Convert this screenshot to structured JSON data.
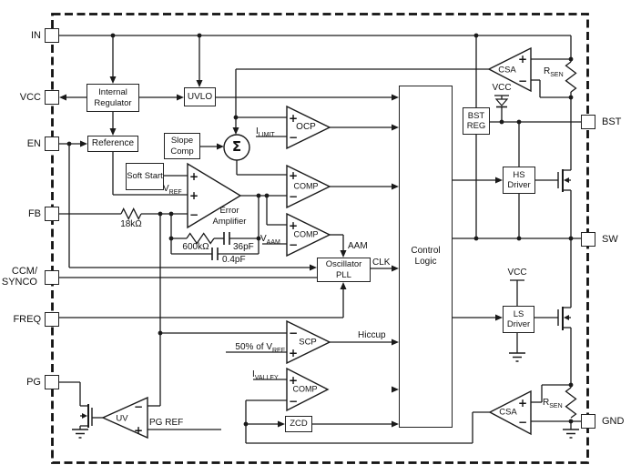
{
  "pins": {
    "left": [
      {
        "id": "in",
        "label": "IN"
      },
      {
        "id": "vcc",
        "label": "VCC"
      },
      {
        "id": "en",
        "label": "EN"
      },
      {
        "id": "fb",
        "label": "FB"
      },
      {
        "id": "ccm_synco",
        "label": "CCM/",
        "label2": "SYNCO"
      },
      {
        "id": "freq",
        "label": "FREQ"
      },
      {
        "id": "pg",
        "label": "PG"
      }
    ],
    "right": [
      {
        "id": "bst",
        "label": "BST"
      },
      {
        "id": "sw",
        "label": "SW"
      },
      {
        "id": "gnd",
        "label": "GND"
      }
    ]
  },
  "blocks": {
    "internal_regulator": "Internal Regulator",
    "uvlo": "UVLO",
    "reference": "Reference",
    "slope_comp": "Slope Comp",
    "soft_start": "Soft Start",
    "oscillator_pll": "Oscillator PLL",
    "control_logic": "Control Logic",
    "bst_reg": "BST REG",
    "hs_driver": "HS Driver",
    "ls_driver": "LS Driver",
    "zcd": "ZCD"
  },
  "amplifiers": {
    "error_amp": "Error Amplifier",
    "ocp": "OCP",
    "comp_pwm": "COMP",
    "comp_aam": "COMP",
    "scp": "SCP",
    "comp_valley": "COMP",
    "csa_top": "CSA",
    "csa_bottom": "CSA",
    "uv": "UV"
  },
  "signals": {
    "i_limit": {
      "base": "I",
      "sub": "LIMIT"
    },
    "v_ref": {
      "base": "V",
      "sub": "REF"
    },
    "v_aam": {
      "base": "V",
      "sub": "AAM"
    },
    "i_valley": {
      "base": "I",
      "sub": "VALLEY"
    },
    "half_vref": {
      "pre": "50% of ",
      "base": "V",
      "sub": "REF"
    },
    "r_sen": {
      "base": "R",
      "sub": "SEN"
    },
    "aam": "AAM",
    "clk": "CLK",
    "hiccup": "Hiccup",
    "pg_ref": "PG REF",
    "vcc": "VCC"
  },
  "components": {
    "r_fb": "18kΩ",
    "r_comp": "600kΩ",
    "c_comp": "36pF",
    "c_hf": "0.4pF"
  },
  "symbols": {
    "sigma": "Σ",
    "plus": "+",
    "minus": "−"
  }
}
